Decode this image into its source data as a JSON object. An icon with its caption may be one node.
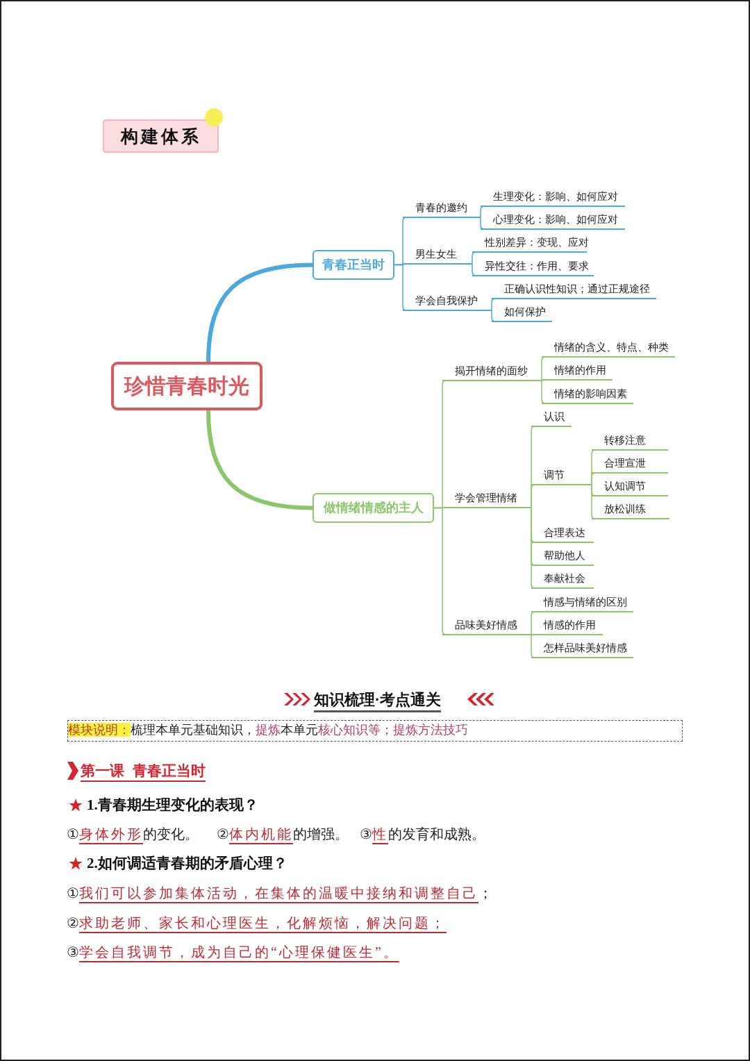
{
  "diagram": {
    "title": "构建体系",
    "nodes": [
      {
        "text": [
          "珍惜青春时光"
        ]
      },
      {
        "text": [
          "青春正当时"
        ]
      },
      {
        "text": [
          "青春的邀约"
        ]
      },
      {
        "text": [
          "生理变化：影响、如何应对"
        ]
      },
      {
        "text": [
          "心理变化：影响、如何应对"
        ]
      },
      {
        "text": [
          "男生女生"
        ]
      },
      {
        "text": [
          "性别差异：变现、应对"
        ]
      },
      {
        "text": [
          "异性交往：作用、要求"
        ]
      },
      {
        "text": [
          "学会自我保护"
        ]
      },
      {
        "text": [
          "正确认识性知识；通过正规途径"
        ]
      },
      {
        "text": [
          "如何保护"
        ]
      },
      {
        "text": [
          "做情绪情感的主人"
        ]
      },
      {
        "text": [
          "揭开情绪的面纱"
        ]
      },
      {
        "text": [
          "情绪的含义、特点、种类"
        ]
      },
      {
        "text": [
          "情绪的作用"
        ]
      },
      {
        "text": [
          "情绪的影响因素"
        ]
      },
      {
        "text": [
          "学会管理情绪"
        ]
      },
      {
        "text": [
          "认识"
        ]
      },
      {
        "text": [
          "调节"
        ]
      },
      {
        "text": [
          "转移注意"
        ]
      },
      {
        "text": [
          "合理宣泄"
        ]
      },
      {
        "text": [
          "认知调节"
        ]
      },
      {
        "text": [
          "放松训练"
        ]
      },
      {
        "text": [
          "合理表达"
        ]
      },
      {
        "text": [
          "帮助他人"
        ]
      },
      {
        "text": [
          "奉献社会"
        ]
      },
      {
        "text": [
          "品味美好情感"
        ]
      },
      {
        "text": [
          "情感与情绪的区别"
        ]
      },
      {
        "text": [
          "情感的作用"
        ]
      },
      {
        "text": [
          "怎样品味美好情感"
        ]
      }
    ],
    "edges": [
      {
        "from": 0,
        "to": 1,
        "arrow": "none",
        "style": "thick",
        "color": "#4ba9dd"
      },
      {
        "from": 0,
        "to": 11,
        "arrow": "none",
        "style": "thick"
      },
      {
        "from": 1,
        "to": 2,
        "arrow": "none",
        "color": "#4ba9dd"
      },
      {
        "from": 1,
        "to": 5,
        "arrow": "none",
        "color": "#4ba9dd"
      },
      {
        "from": 1,
        "to": 8,
        "arrow": "none",
        "color": "#4ba9dd"
      },
      {
        "from": 2,
        "to": 3,
        "arrow": "none",
        "color": "#4ba9dd"
      },
      {
        "from": 2,
        "to": 4,
        "arrow": "none",
        "color": "#4ba9dd"
      },
      {
        "from": 5,
        "to": 6,
        "arrow": "none",
        "color": "#4ba9dd"
      },
      {
        "from": 5,
        "to": 7,
        "arrow": "none",
        "color": "#4ba9dd"
      },
      {
        "from": 8,
        "to": 9,
        "arrow": "none",
        "color": "#4ba9dd"
      },
      {
        "from": 8,
        "to": 10,
        "arrow": "none",
        "color": "#4ba9dd"
      },
      {
        "from": 11,
        "to": 12,
        "arrow": "none"
      },
      {
        "from": 11,
        "to": 16,
        "arrow": "none"
      },
      {
        "from": 11,
        "to": 26,
        "arrow": "none"
      },
      {
        "from": 12,
        "to": 13,
        "arrow": "none"
      },
      {
        "from": 12,
        "to": 14,
        "arrow": "none"
      },
      {
        "from": 12,
        "to": 15,
        "arrow": "none"
      },
      {
        "from": 16,
        "to": 17,
        "arrow": "none"
      },
      {
        "from": 16,
        "to": 18,
        "arrow": "none"
      },
      {
        "from": 16,
        "to": 23,
        "arrow": "none"
      },
      {
        "from": 16,
        "to": 24,
        "arrow": "none"
      },
      {
        "from": 16,
        "to": 25,
        "arrow": "none"
      },
      {
        "from": 18,
        "to": 19,
        "arrow": "none"
      },
      {
        "from": 18,
        "to": 20,
        "arrow": "none"
      },
      {
        "from": 18,
        "to": 21,
        "arrow": "none"
      },
      {
        "from": 18,
        "to": 22,
        "arrow": "none"
      },
      {
        "from": 26,
        "to": 27,
        "arrow": "none"
      },
      {
        "from": 26,
        "to": 28,
        "arrow": "none"
      },
      {
        "from": 26,
        "to": 29,
        "arrow": "none"
      }
    ],
    "labels": [
      "知识梳理·考点通关",
      "模块说明：",
      "梳理本单元基础知识，",
      "提炼",
      "本单元",
      "核心知识等；提炼方法技巧",
      "第一课  青春正当时",
      "1.青春期生理变化的表现？",
      "①",
      "身体外形",
      "的变化。",
      "②",
      "体内机能",
      "的增强。",
      "③",
      "性",
      "的发育和成熟。",
      "2.如何调适青春期的矛盾心理？",
      "①",
      "我们可以参加集体活动，在集体的温暖中接纳和调整自己",
      "；",
      "②",
      "求助老师、家长和心理医生，化解烦恼，解决问题；",
      "③",
      "学会自我调节，成为自己的“心理保健医生”。"
    ]
  }
}
